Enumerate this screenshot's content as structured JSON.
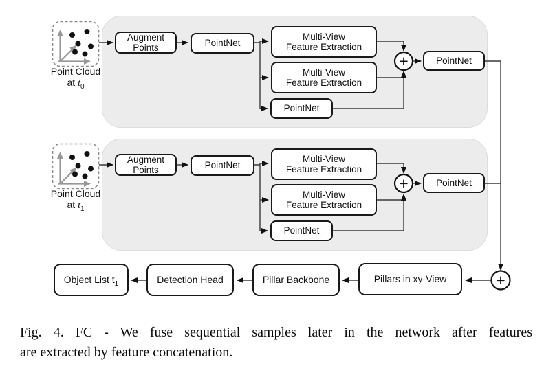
{
  "figure": {
    "branches": [
      {
        "point_cloud": {
          "title": "Point Cloud",
          "at_prefix": "at ",
          "time_symbol": "t",
          "time_subscript": "0"
        },
        "augment_line1": "Augment",
        "augment_line2": "Points",
        "pointnet_in": "PointNet",
        "multiview1_line1": "Multi-View",
        "multiview1_line2": "Feature Extraction",
        "multiview2_line1": "Multi-View",
        "multiview2_line2": "Feature Extraction",
        "pointnet_branch": "PointNet",
        "concat_operator": "+",
        "pointnet_out": "PointNet"
      },
      {
        "point_cloud": {
          "title": "Point Cloud",
          "at_prefix": "at ",
          "time_symbol": "t",
          "time_subscript": "1"
        },
        "augment_line1": "Augment",
        "augment_line2": "Points",
        "pointnet_in": "PointNet",
        "multiview1_line1": "Multi-View",
        "multiview1_line2": "Feature Extraction",
        "multiview2_line1": "Multi-View",
        "multiview2_line2": "Feature Extraction",
        "pointnet_branch": "PointNet",
        "concat_operator": "+",
        "pointnet_out": "PointNet"
      }
    ],
    "fusion_operator": "+",
    "bottom_row": {
      "object_list_prefix": "Object List ",
      "object_list_time_symbol": "t",
      "object_list_subscript": "1",
      "detection_head": "Detection Head",
      "pillar_backbone": "Pillar Backbone",
      "pillars_view": "Pillars in xy-View"
    },
    "icons": {
      "point_cloud": "scatter-dots-with-xyz-axes",
      "concat": "plus-in-circle"
    },
    "colors": {
      "panel_fill": "#ececec",
      "box_border": "#191919",
      "connector": "#3a3a3a",
      "axis_gray": "#989898"
    }
  },
  "caption": {
    "line1": "Fig. 4. FC - We fuse sequential samples later in the network after features",
    "line2": "are extracted by feature concatenation."
  }
}
